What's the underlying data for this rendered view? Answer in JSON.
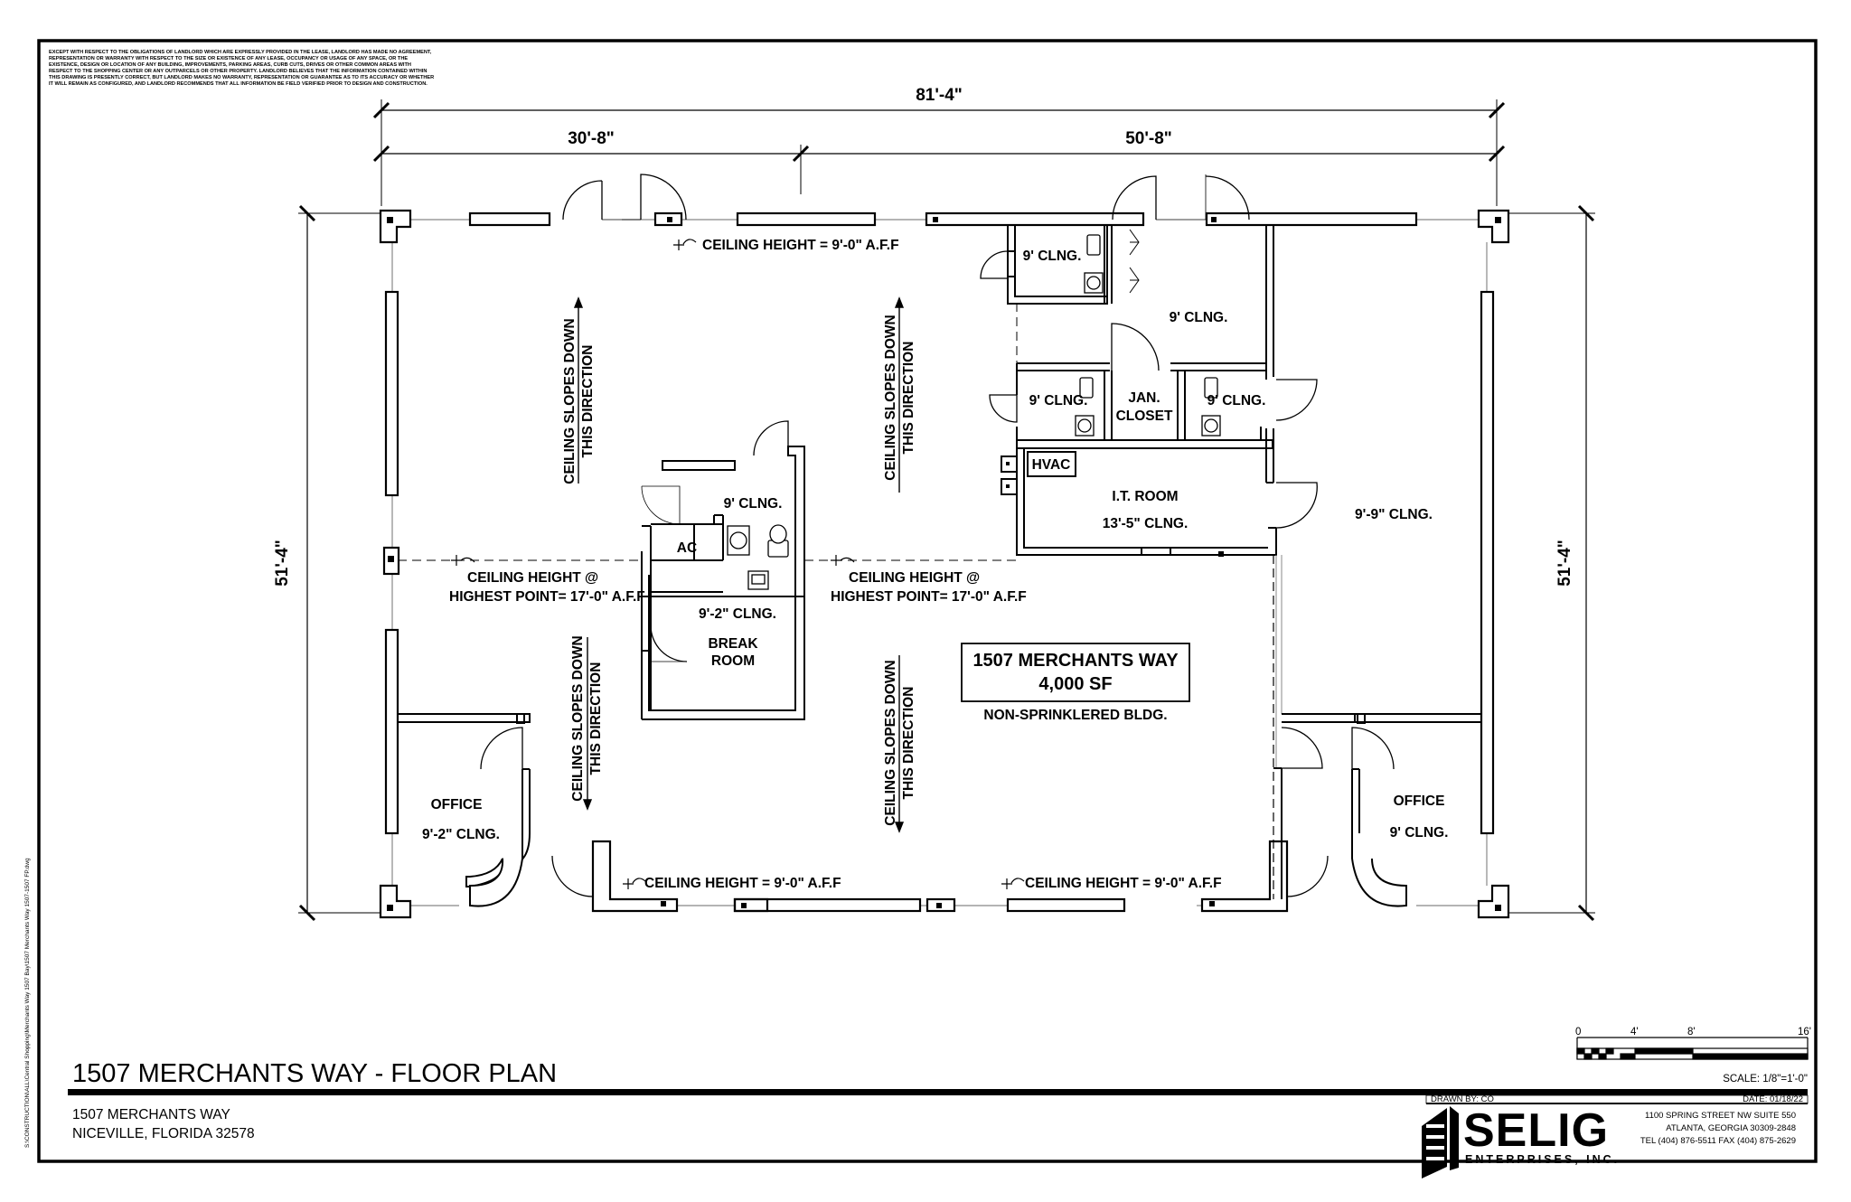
{
  "disclaimer": [
    "EXCEPT WITH RESPECT TO THE OBLIGATIONS OF LANDLORD WHICH ARE EXPRESSLY PROVIDED IN THE LEASE, LANDLORD HAS MADE NO AGREEMENT,",
    "REPRESENTATION OR WARRANTY WITH RESPECT TO THE SIZE OR EXISTENCE OF ANY LEASE, OCCUPANCY OR USAGE OF ANY SPACE, OR THE",
    "EXISTENCE, DESIGN OR LOCATION OF ANY BUILDING, IMPROVEMENTS, PARKING AREAS, CURB CUTS, DRIVES OR OTHER COMMON AREAS WITH",
    "RESPECT TO THE SHOPPING CENTER OR ANY OUTPARCELS OR OTHER PROPERTY.  LANDLORD BELIEVES THAT THE INFORMATION CONTAINED WITHIN",
    "THIS DRAWING IS PRESENTLY CORRECT, BUT LANDLORD MAKES NO WARRANTY, REPRESENTATION OR GUARANTEE AS TO ITS ACCURACY OR WHETHER",
    "IT WILL REMAIN AS CONFIGURED, AND LANDLORD RECOMMENDS THAT ALL INFORMATION BE FIELD VERIFIED PRIOR TO DESIGN AND CONSTRUCTION."
  ],
  "dimensions": {
    "overall_width": "81'-4\"",
    "left_width": "30'-8\"",
    "right_width": "50'-8\"",
    "left_depth": "51'-4\"",
    "right_depth": "51'-4\""
  },
  "notes": {
    "ceiling_top": "CEILING HEIGHT = 9'-0\" A.F.F",
    "ceiling_bottom_left": "CEILING HEIGHT = 9'-0\" A.F.F",
    "ceiling_bottom_right": "CEILING HEIGHT = 9'-0\" A.F.F",
    "ceiling_high_left_1": "CEILING HEIGHT @",
    "ceiling_high_left_2": "HIGHEST POINT= 17'-0\" A.F.F",
    "ceiling_high_right_1": "CEILING HEIGHT @",
    "ceiling_high_right_2": "HIGHEST POINT= 17'-0\" A.F.F",
    "slope_1": "CEILING SLOPES DOWN",
    "slope_2": "THIS DIRECTION"
  },
  "rooms": {
    "restroom_top": "9' CLNG.",
    "corridor": "9' CLNG.",
    "restroom_left": "9' CLNG.",
    "jan_1": "JAN.",
    "jan_2": "CLOSET",
    "restroom_right": "9' CLNG.",
    "hvac": "HVAC",
    "it_room": "I.T. ROOM",
    "it_clng": "13'-5\" CLNG.",
    "open_right": "9'-9\" CLNG.",
    "restroom_mid": "9' CLNG.",
    "ac": "AC",
    "break_clng": "9'-2\" CLNG.",
    "break_1": "BREAK",
    "break_2": "ROOM",
    "office_left": "OFFICE",
    "office_left_clng": "9'-2\" CLNG.",
    "office_right": "OFFICE",
    "office_right_clng": "9' CLNG."
  },
  "building": {
    "name": "1507 MERCHANTS WAY",
    "area": "4,000 SF",
    "note": "NON-SPRINKLERED BLDG."
  },
  "title_block": {
    "title": "1507 MERCHANTS WAY - FLOOR PLAN",
    "address_1": "1507 MERCHANTS WAY",
    "address_2": "NICEVILLE, FLORIDA  32578",
    "drawn_by": "DRAWN BY: CO",
    "date": "DATE: 01/18/22",
    "scale": "SCALE: 1/8\"=1'-0\"",
    "scale_ticks": [
      "0",
      "4'",
      "8'",
      "16'"
    ],
    "company": "SELIG",
    "company_sub": "ENTERPRISES, INC.",
    "office_1": "1100 SPRING STREET NW SUITE 550",
    "office_2": "ATLANTA, GEORGIA 30309-2848",
    "office_3": "TEL (404) 876-5511 FAX (404) 875-2629"
  },
  "side_path": "S:\\CONSTRUCTION\\ALL\\Central Shopping\\Merchants Way 1507 Bay\\1507 Merchants Way 1507-1507 FP.dwg"
}
